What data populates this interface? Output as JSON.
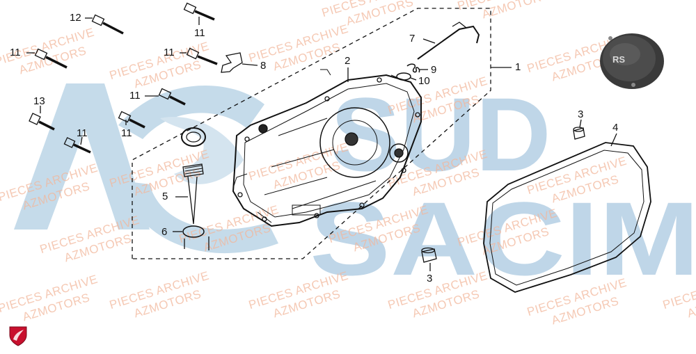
{
  "background_logo": {
    "text_top": "SUD",
    "text_bottom": "SACIM",
    "color": "#b9d3e6"
  },
  "watermark": {
    "line1": "PIECES ARCHIVE",
    "line2": "AZMOTORS",
    "color": "#f2b79c"
  },
  "callouts": [
    {
      "id": "1",
      "label": "1"
    },
    {
      "id": "2",
      "label": "2"
    },
    {
      "id": "3a",
      "label": "3"
    },
    {
      "id": "3b",
      "label": "3"
    },
    {
      "id": "4",
      "label": "4"
    },
    {
      "id": "5",
      "label": "5"
    },
    {
      "id": "6",
      "label": "6"
    },
    {
      "id": "7",
      "label": "7"
    },
    {
      "id": "8",
      "label": "8"
    },
    {
      "id": "9",
      "label": "9"
    },
    {
      "id": "10",
      "label": "10"
    },
    {
      "id": "11a",
      "label": "11"
    },
    {
      "id": "11b",
      "label": "11"
    },
    {
      "id": "11c",
      "label": "11"
    },
    {
      "id": "11d",
      "label": "11"
    },
    {
      "id": "11e",
      "label": "11"
    },
    {
      "id": "11f",
      "label": "11"
    },
    {
      "id": "12",
      "label": "12"
    },
    {
      "id": "13",
      "label": "13"
    }
  ],
  "cover_cap": {
    "text": "RS"
  },
  "brand_mark": {
    "color": "#c8102e"
  }
}
